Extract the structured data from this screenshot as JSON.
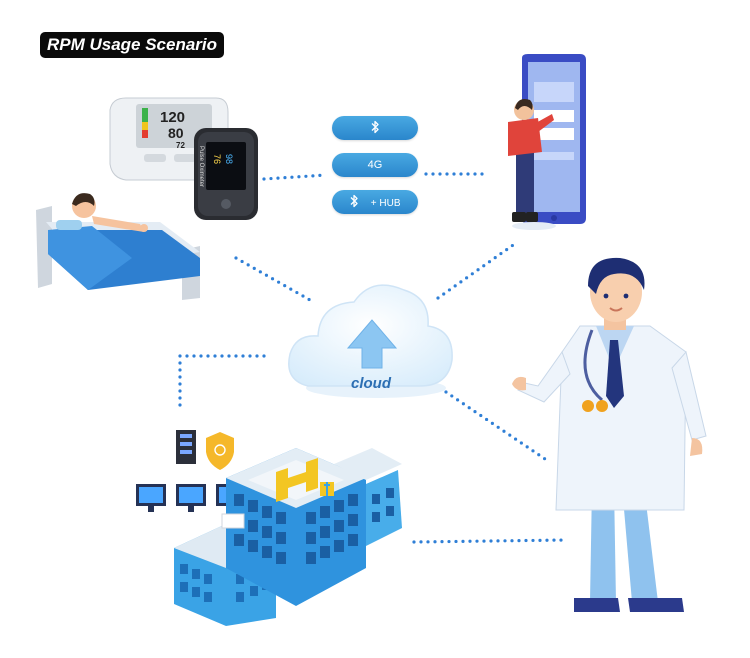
{
  "title": "RPM Usage Scenario",
  "connectivity": [
    {
      "label": "ᛒ",
      "icon": "bluetooth-icon",
      "suffix": ""
    },
    {
      "label": "4G",
      "icon": "",
      "suffix": ""
    },
    {
      "label": "ᛒ",
      "icon": "bluetooth-icon",
      "suffix": "+ HUB"
    }
  ],
  "cloud_label": "cloud",
  "device_text": {
    "bp_reading_top": "120",
    "bp_reading_mid": "80",
    "bp_reading_low": "72",
    "oximeter_brand": "Pulse Oximeter",
    "oximeter_value_1": "98",
    "oximeter_value_2": "76"
  },
  "colors": {
    "accent_blue": "#2a86cc",
    "dotted_line": "#2f7fd6",
    "cloud_arrow": "#7fbff0",
    "hospital_blue": "#3aa3e6"
  }
}
